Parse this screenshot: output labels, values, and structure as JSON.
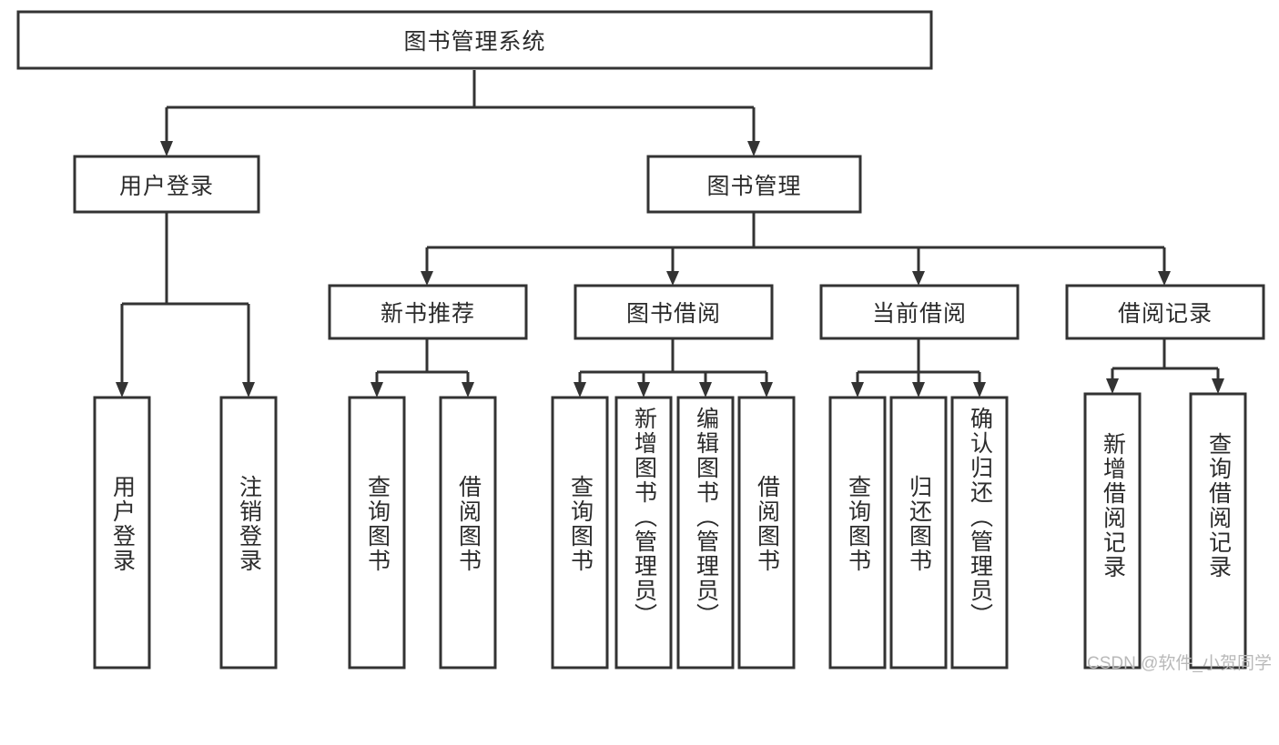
{
  "diagram": {
    "type": "tree",
    "title": "图书管理系统",
    "watermark": "CSDN @软件_小贺同学",
    "nodes": {
      "root": {
        "label": "图书管理系统",
        "level": 0,
        "orientation": "horizontal"
      },
      "l1_user_login": {
        "label": "用户登录",
        "level": 1,
        "orientation": "horizontal"
      },
      "l1_book_manage": {
        "label": "图书管理",
        "level": 1,
        "orientation": "horizontal"
      },
      "l2_new_book_rec": {
        "label": "新书推荐",
        "level": 2,
        "orientation": "horizontal"
      },
      "l2_book_borrow": {
        "label": "图书借阅",
        "level": 2,
        "orientation": "horizontal"
      },
      "l2_current_borrow": {
        "label": "当前借阅",
        "level": 2,
        "orientation": "horizontal"
      },
      "l2_borrow_record": {
        "label": "借阅记录",
        "level": 2,
        "orientation": "horizontal"
      },
      "l3_user_login": {
        "label": "用户登录",
        "level": 3,
        "orientation": "vertical"
      },
      "l3_logout_login": {
        "label": "注销登录",
        "level": 3,
        "orientation": "vertical"
      },
      "l3_query_book_a": {
        "label": "查询图书",
        "level": 3,
        "orientation": "vertical"
      },
      "l3_borrow_book_a": {
        "label": "借阅图书",
        "level": 3,
        "orientation": "vertical"
      },
      "l3_query_book_b": {
        "label": "查询图书",
        "level": 3,
        "orientation": "vertical"
      },
      "l3_add_book": {
        "label": "新增图书（管理员）",
        "level": 3,
        "orientation": "vertical"
      },
      "l3_edit_book": {
        "label": "编辑图书（管理员）",
        "level": 3,
        "orientation": "vertical"
      },
      "l3_borrow_book_b": {
        "label": "借阅图书",
        "level": 3,
        "orientation": "vertical"
      },
      "l3_query_book_c": {
        "label": "查询图书",
        "level": 3,
        "orientation": "vertical"
      },
      "l3_return_book": {
        "label": "归还图书",
        "level": 3,
        "orientation": "vertical"
      },
      "l3_confirm_return": {
        "label": "确认归还（管理员）",
        "level": 3,
        "orientation": "vertical"
      },
      "l3_add_record": {
        "label": "新增借阅记录",
        "level": 3,
        "orientation": "vertical"
      },
      "l3_query_record": {
        "label": "查询借阅记录",
        "level": 3,
        "orientation": "vertical"
      }
    },
    "edges": [
      {
        "from": "root",
        "to": "l1_user_login"
      },
      {
        "from": "root",
        "to": "l1_book_manage"
      },
      {
        "from": "l1_user_login",
        "to": "l3_user_login"
      },
      {
        "from": "l1_user_login",
        "to": "l3_logout_login"
      },
      {
        "from": "l1_book_manage",
        "to": "l2_new_book_rec"
      },
      {
        "from": "l1_book_manage",
        "to": "l2_book_borrow"
      },
      {
        "from": "l1_book_manage",
        "to": "l2_current_borrow"
      },
      {
        "from": "l1_book_manage",
        "to": "l2_borrow_record"
      },
      {
        "from": "l2_new_book_rec",
        "to": "l3_query_book_a"
      },
      {
        "from": "l2_new_book_rec",
        "to": "l3_borrow_book_a"
      },
      {
        "from": "l2_book_borrow",
        "to": "l3_query_book_b"
      },
      {
        "from": "l2_book_borrow",
        "to": "l3_add_book"
      },
      {
        "from": "l2_book_borrow",
        "to": "l3_edit_book"
      },
      {
        "from": "l2_book_borrow",
        "to": "l3_borrow_book_b"
      },
      {
        "from": "l2_current_borrow",
        "to": "l3_query_book_c"
      },
      {
        "from": "l2_current_borrow",
        "to": "l3_return_book"
      },
      {
        "from": "l2_current_borrow",
        "to": "l3_confirm_return"
      },
      {
        "from": "l2_borrow_record",
        "to": "l3_add_record"
      },
      {
        "from": "l2_borrow_record",
        "to": "l3_query_record"
      }
    ],
    "colors": {
      "box_stroke": "#333333",
      "box_fill": "#ffffff",
      "text": "#2b2b2b",
      "connector": "#333333",
      "watermark": "#b9b9b9",
      "background": "#ffffff"
    }
  }
}
